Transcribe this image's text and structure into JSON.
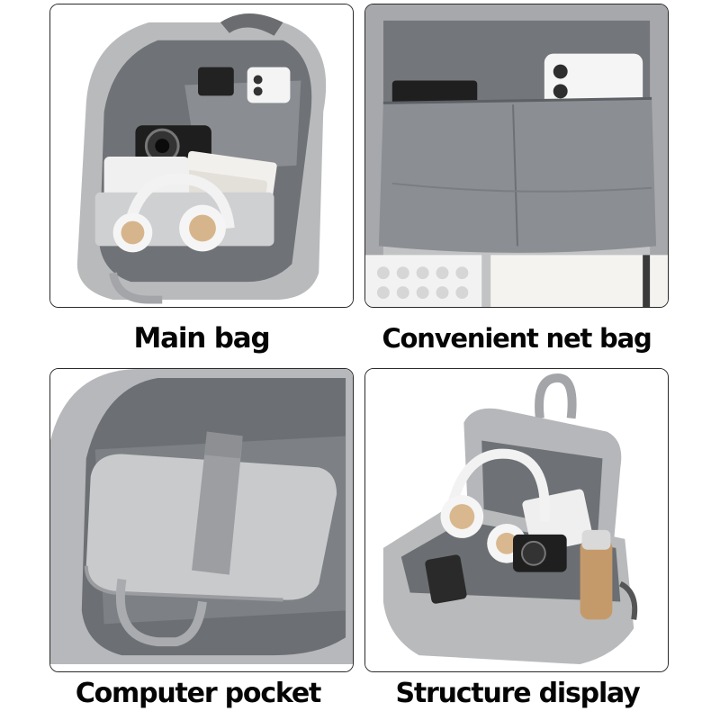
{
  "panels": [
    {
      "id": "main-bag",
      "caption": "Main bag"
    },
    {
      "id": "net-bag",
      "caption": "Convenient net bag"
    },
    {
      "id": "computer-pocket",
      "caption": "Computer pocket"
    },
    {
      "id": "structure",
      "caption": "Structure display"
    }
  ],
  "colors": {
    "fabric": "#b9babc",
    "lining": "#6f7276",
    "lining_dark": "#4e5155",
    "caption_text": "#050505",
    "panel_border": "#2a2a2a"
  }
}
